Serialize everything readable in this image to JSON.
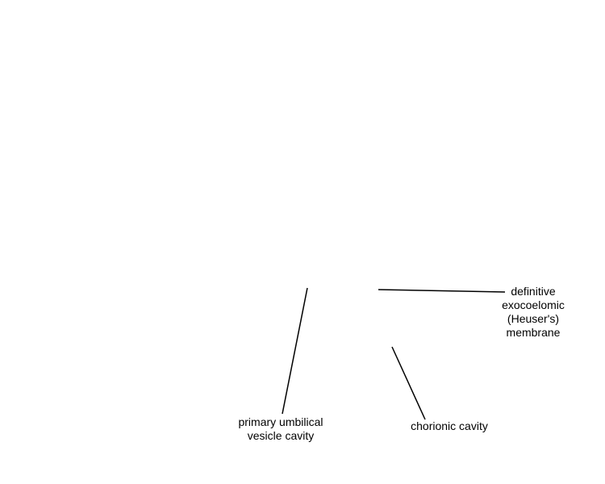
{
  "labels": {
    "heuser_membrane": [
      "definitive",
      "exocoelomic",
      "(Heuser's)",
      "membrane"
    ],
    "umbilical_vesicle_cavity": [
      "primary umbilical",
      "vesicle cavity"
    ],
    "chorionic_cavity": [
      "chorionic cavity"
    ]
  },
  "colors": {
    "line": "#000000",
    "text": "#000000",
    "background": "#ffffff"
  }
}
